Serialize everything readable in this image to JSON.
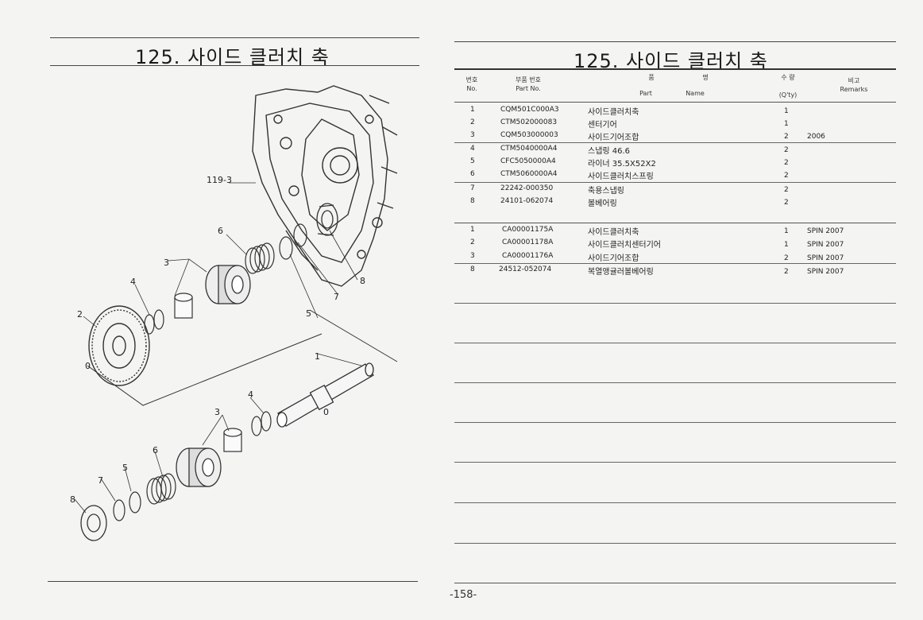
{
  "left_page": {
    "title": "125. 사이드 클러치 축",
    "callouts": [
      "119-3",
      "6",
      "3",
      "4",
      "2",
      "0",
      "8",
      "7",
      "5",
      "1",
      "4",
      "0",
      "3",
      "6",
      "5",
      "7",
      "8"
    ]
  },
  "right_page": {
    "title": "125. 사이드 클러치 축",
    "headers": {
      "no_ko": "번호",
      "no_en": "No.",
      "part_no_ko": "부품 번호",
      "part_no_en": "Part  No.",
      "name_ko_1": "품",
      "name_ko_2": "명",
      "part_en": "Part",
      "name_en": "Name",
      "qty_ko": "수 량",
      "qty_en": "(Q'ty)",
      "remarks_ko": "비고",
      "remarks_en": "Remarks"
    },
    "group1": [
      {
        "no": "1",
        "part": "CQM501C000A3",
        "name": "사이드클러치축",
        "qty": "1",
        "remarks": ""
      },
      {
        "no": "2",
        "part": "CTM502000083",
        "name": "센터기어",
        "qty": "1",
        "remarks": ""
      },
      {
        "no": "3",
        "part": "CQM503000003",
        "name": "사이드기어조합",
        "qty": "2",
        "remarks": "2006"
      },
      {
        "no": "4",
        "part": "CTM5040000A4",
        "name": "스냅링 46.6",
        "qty": "2",
        "remarks": ""
      },
      {
        "no": "5",
        "part": "CFC5050000A4",
        "name": "라이너 35.5X52X2",
        "qty": "2",
        "remarks": ""
      },
      {
        "no": "6",
        "part": "CTM5060000A4",
        "name": "사이드클러치스프링",
        "qty": "2",
        "remarks": ""
      },
      {
        "no": "7",
        "part": "22242-000350",
        "name": "축용스냅링",
        "qty": "2",
        "remarks": ""
      },
      {
        "no": "8",
        "part": "24101-062074",
        "name": "볼베어링",
        "qty": "2",
        "remarks": ""
      }
    ],
    "group2": [
      {
        "no": "1",
        "part": "CA00001175A",
        "name": "사이드클러치축",
        "qty": "1",
        "remarks": "SPIN 2007"
      },
      {
        "no": "2",
        "part": "CA00001178A",
        "name": "사이드클러치센터기어",
        "qty": "1",
        "remarks": "SPIN 2007"
      },
      {
        "no": "3",
        "part": "CA00001176A",
        "name": "사이드기어조합",
        "qty": "2",
        "remarks": "SPIN 2007"
      },
      {
        "no": "8",
        "part": "24512-052074",
        "name": "복열앵귤러볼베어링",
        "qty": "2",
        "remarks": "SPIN 2007"
      }
    ]
  },
  "footer": {
    "page_number": "-158-"
  }
}
